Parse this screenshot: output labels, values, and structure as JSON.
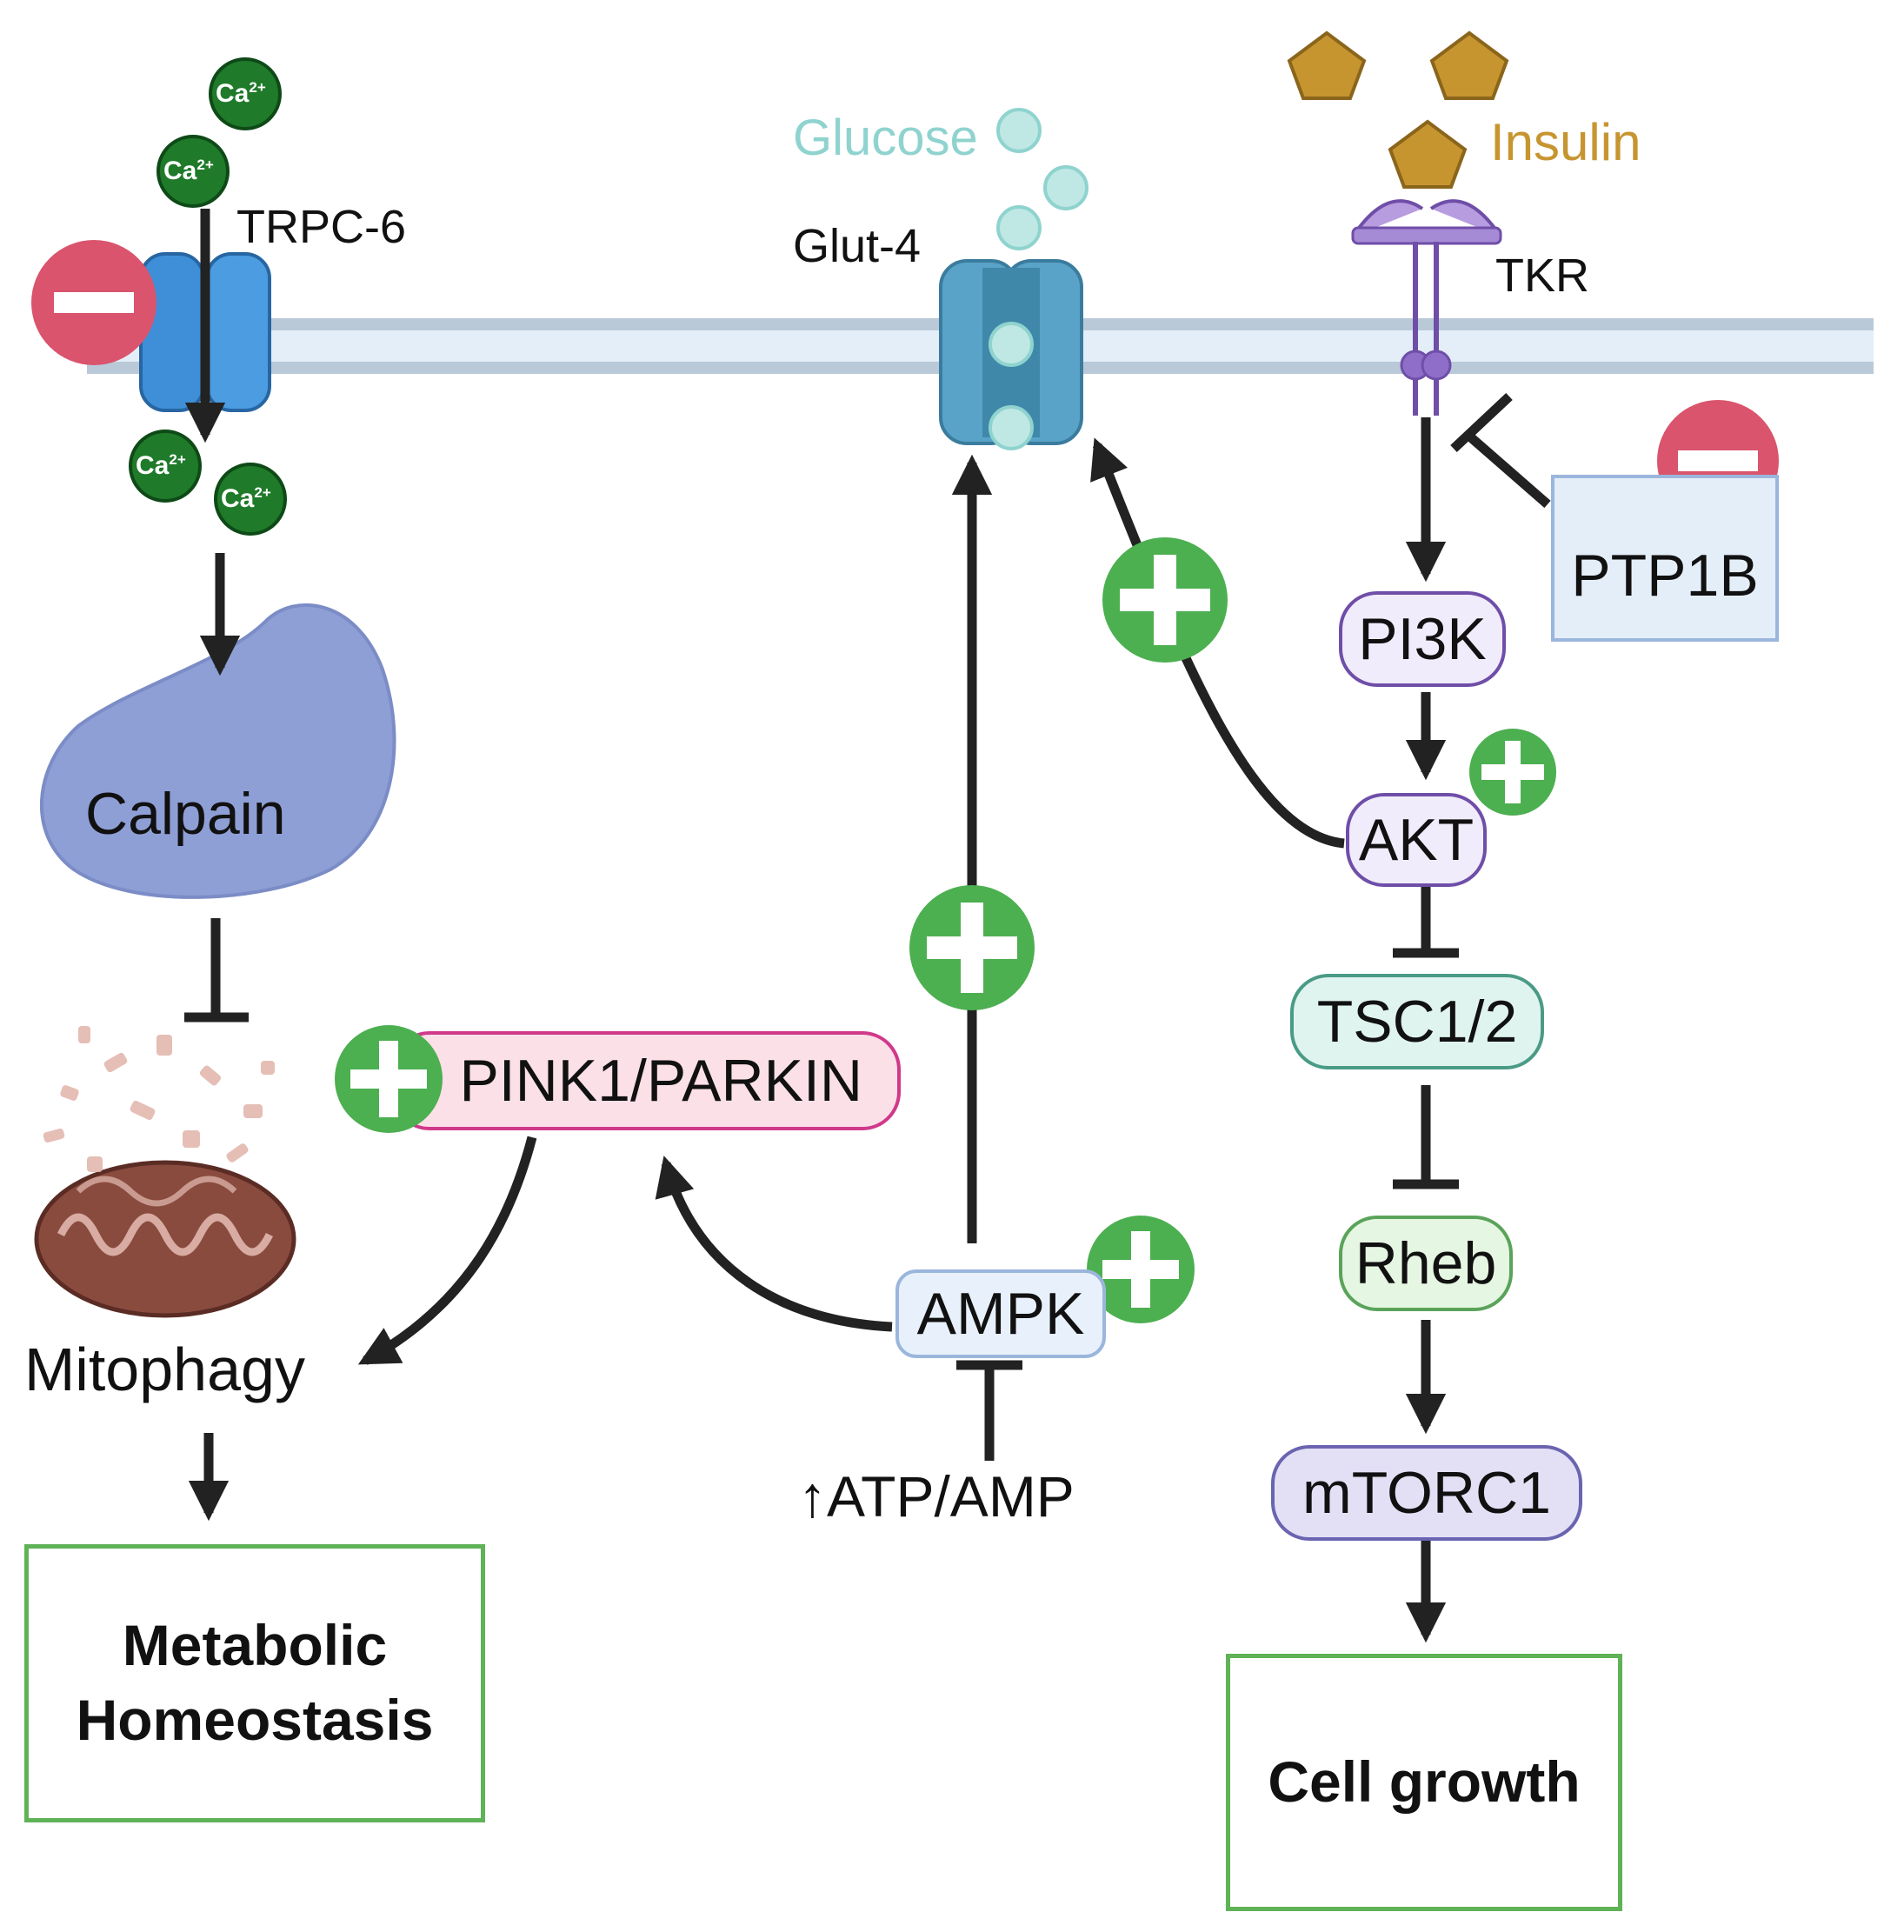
{
  "labels": {
    "trpc6": "TRPC-6",
    "glucose": "Glucose",
    "glut4": "Glut-4",
    "insulin": "Insulin",
    "tkr": "TKR",
    "calpain": "Calpain",
    "mitophagy": "Mitophagy",
    "atp_amp": "↑ATP/AMP",
    "calcium": "Ca",
    "calcium_charge": "2+"
  },
  "nodes": {
    "ptp1b": "PTP1B",
    "pi3k": "PI3K",
    "akt": "AKT",
    "tsc": "TSC1/2",
    "rheb": "Rheb",
    "mtorc1": "mTORC1",
    "pink1_parkin": "PINK1/PARKIN",
    "ampk": "AMPK"
  },
  "outcomes": {
    "metabolic_line1": "Metabolic",
    "metabolic_line2": "Homeostasis",
    "cell_growth": "Cell growth"
  },
  "colors": {
    "activate_green": "#4caf50",
    "inhibit_red": "#d9546c",
    "glucose": "#8fd3cf",
    "insulin": "#c79530",
    "calcium": "#1f7a2a",
    "membrane": "#bccbd9",
    "calpain": "#8e9fd6",
    "outcome_border": "#5fb256"
  },
  "icons": [
    "minus-inhibitor-icon",
    "plus-activator-icon",
    "calcium-ion-icon",
    "glucose-molecule-icon",
    "insulin-pentagon-icon",
    "mitochondrion-icon"
  ]
}
